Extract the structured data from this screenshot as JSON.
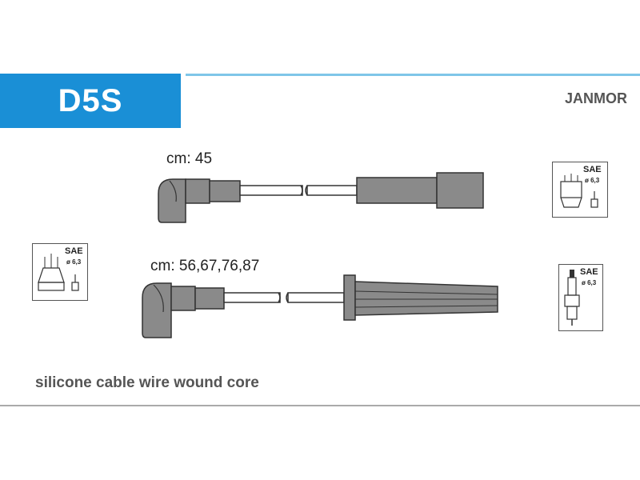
{
  "product_code": "D5S",
  "brand": "JANMOR",
  "cable_top": {
    "length_label": "cm: 45"
  },
  "cable_bottom": {
    "length_label": "cm: 56,67,76,87"
  },
  "footer_text": "silicone cable wire wound core",
  "connectors": {
    "distributor_top": {
      "standard": "SAE",
      "diameter": "ø 6,3"
    },
    "distributor_left": {
      "standard": "SAE",
      "diameter": "ø 6,3"
    },
    "spark_plug": {
      "standard": "SAE",
      "diameter": "ø 6,3"
    }
  },
  "colors": {
    "accent": "#1a8fd6",
    "rule": "#7fc6e8",
    "cable": "#8a8a8a"
  }
}
